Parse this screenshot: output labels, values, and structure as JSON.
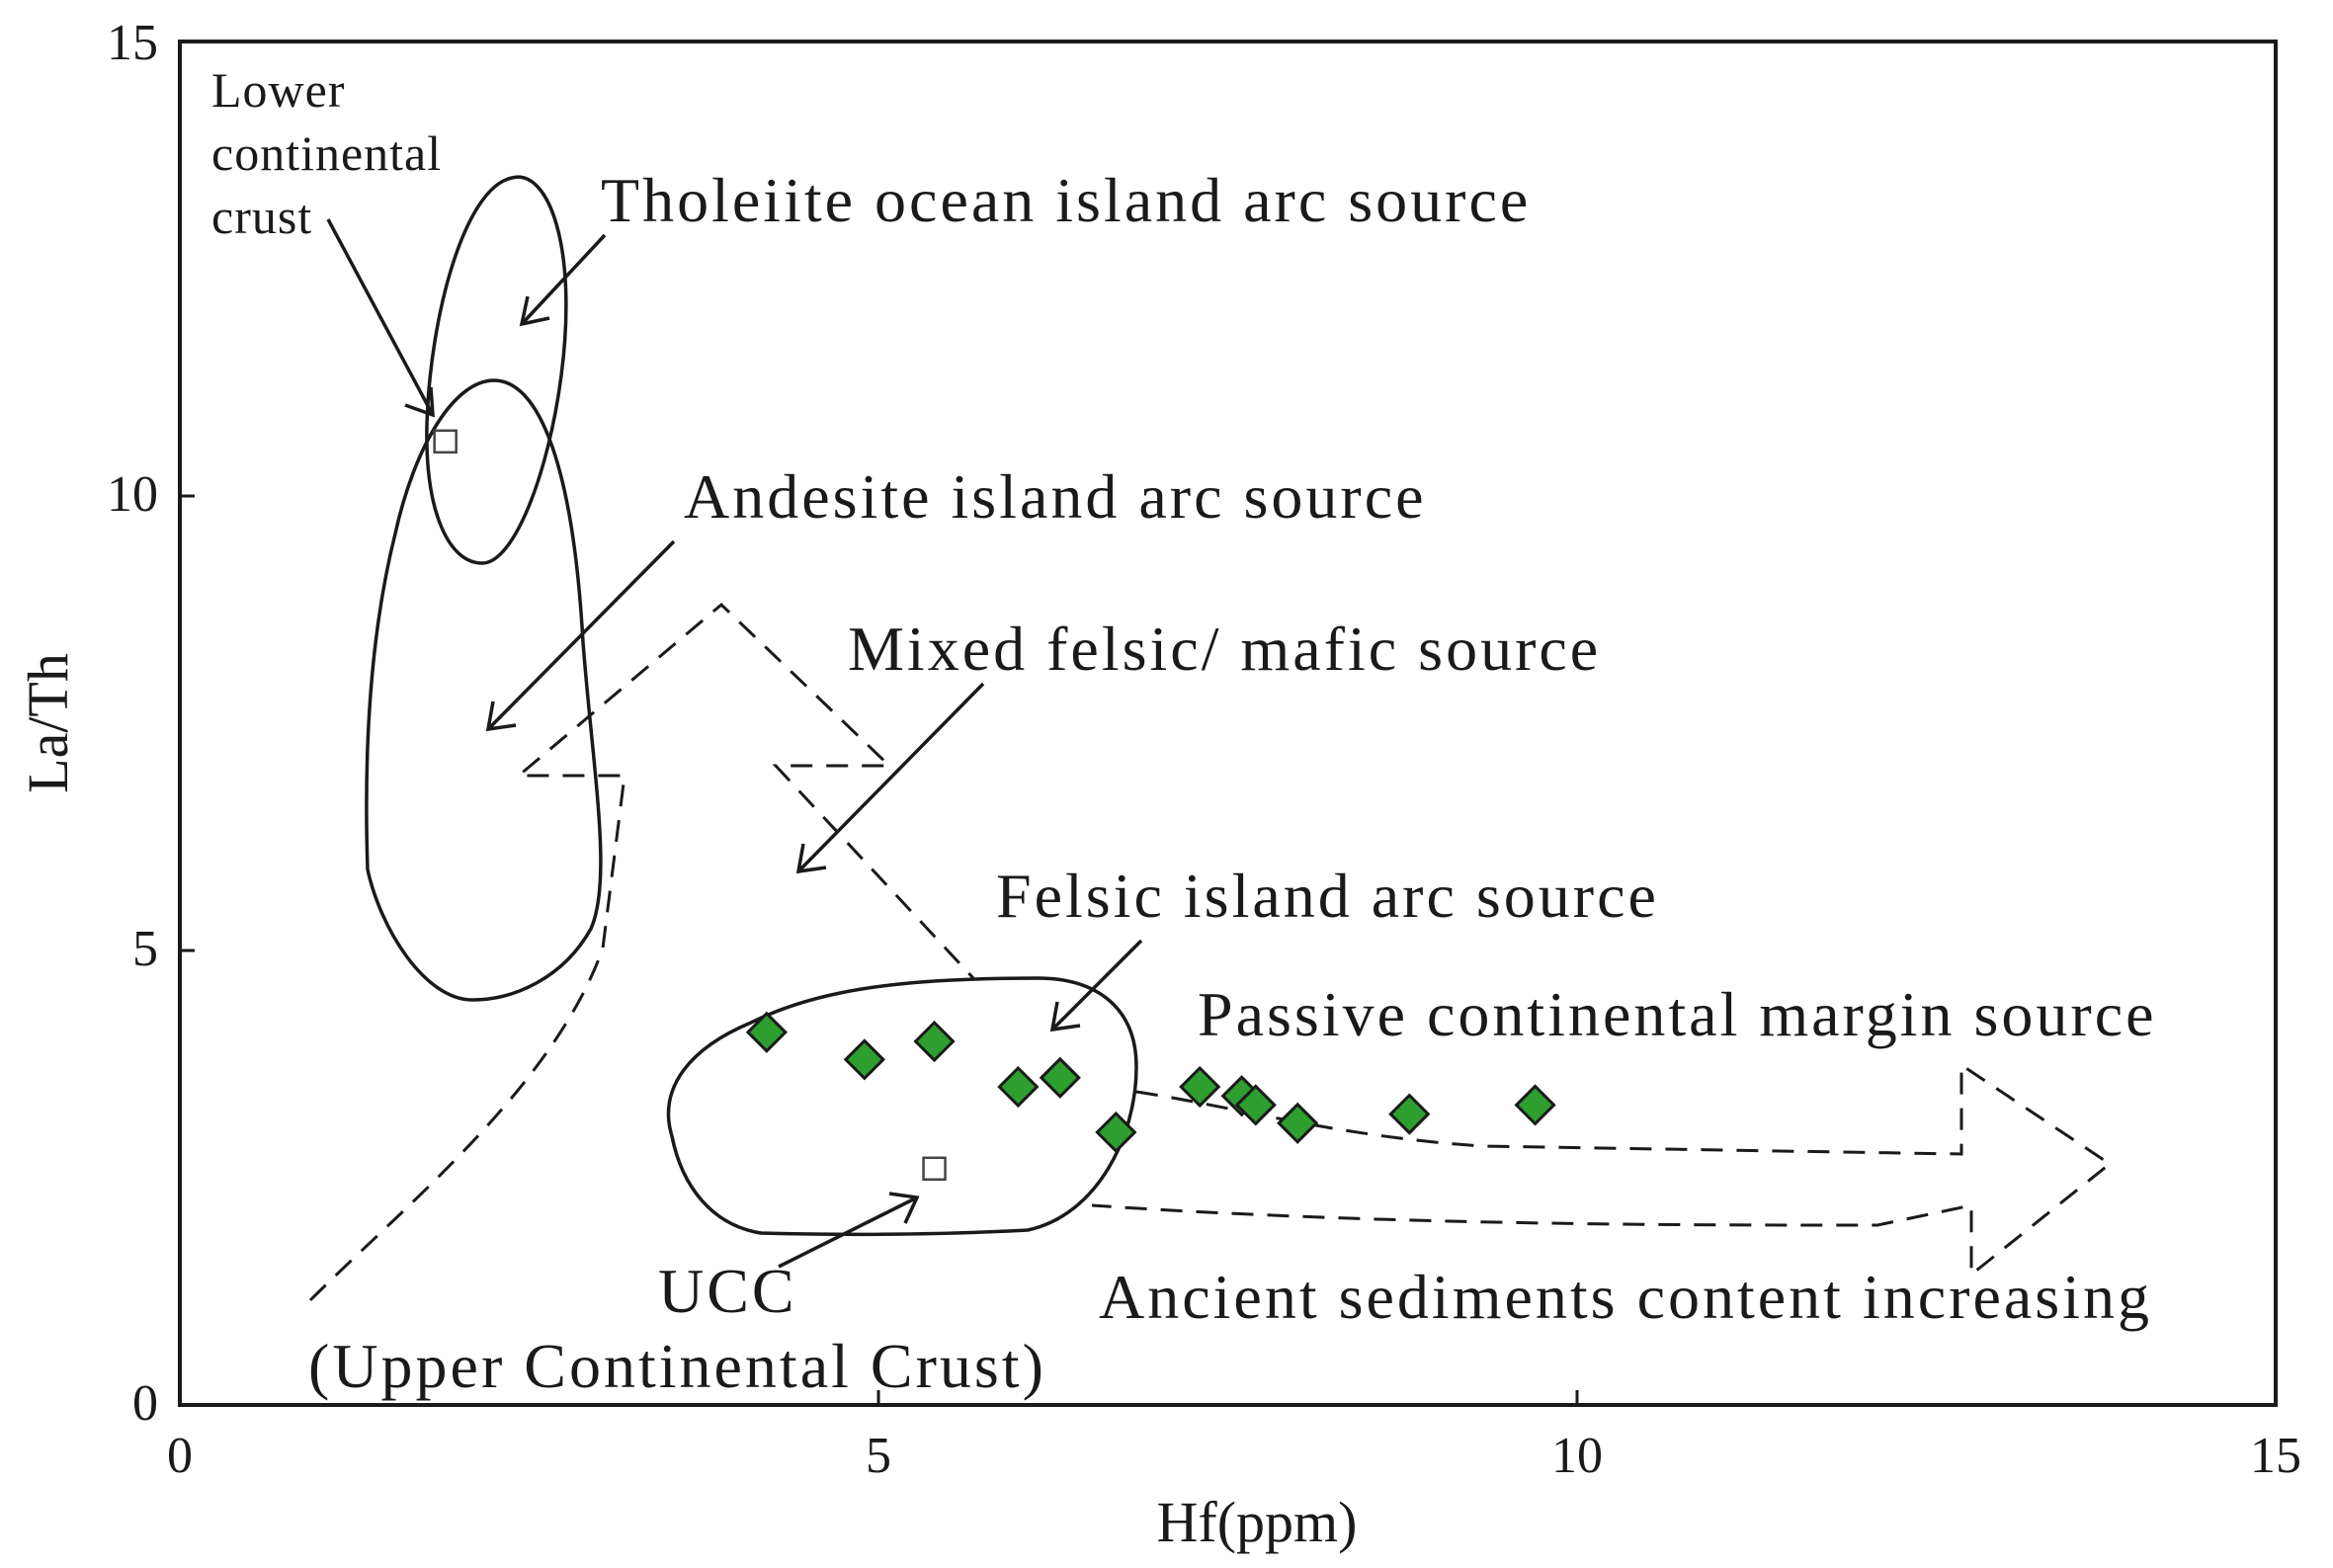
{
  "chart_data": {
    "type": "scatter",
    "xlabel": "Hf(ppm)",
    "ylabel": "La/Th",
    "xlim": [
      0,
      15
    ],
    "ylim": [
      0,
      15
    ],
    "x_ticks": [
      "0",
      "5",
      "10",
      "15"
    ],
    "y_ticks": [
      "0",
      "5",
      "10",
      "15"
    ],
    "grid": false,
    "series": [
      {
        "marker": "diamond",
        "color": "#2e9e2e",
        "points": [
          {
            "x": 4.2,
            "y": 4.1
          },
          {
            "x": 4.9,
            "y": 3.8
          },
          {
            "x": 5.4,
            "y": 4.0
          },
          {
            "x": 6.0,
            "y": 3.5
          },
          {
            "x": 6.3,
            "y": 3.6
          },
          {
            "x": 6.7,
            "y": 3.0
          },
          {
            "x": 7.3,
            "y": 3.5
          },
          {
            "x": 7.6,
            "y": 3.4
          },
          {
            "x": 7.7,
            "y": 3.3
          },
          {
            "x": 8.0,
            "y": 3.1
          },
          {
            "x": 8.8,
            "y": 3.2
          },
          {
            "x": 9.7,
            "y": 3.3
          }
        ]
      }
    ],
    "reference_points": [
      {
        "x": 1.9,
        "y": 10.6
      },
      {
        "x": 5.4,
        "y": 2.6
      }
    ],
    "annotations": {
      "lower_crust": [
        "Lower",
        "continental",
        "crust"
      ],
      "tholeiite": "Tholeiite  ocean  island arc source",
      "andesite": "Andesite  island arc source",
      "mixed": "Mixed  felsic/ mafic  source",
      "felsic": "Felsic  island  arc  source",
      "passive": "Passive continental margin source",
      "ucc": "UCC",
      "ucc_full": "(Upper Continental Crust)",
      "ancient": "Ancient  sediments  content  increasing"
    }
  }
}
